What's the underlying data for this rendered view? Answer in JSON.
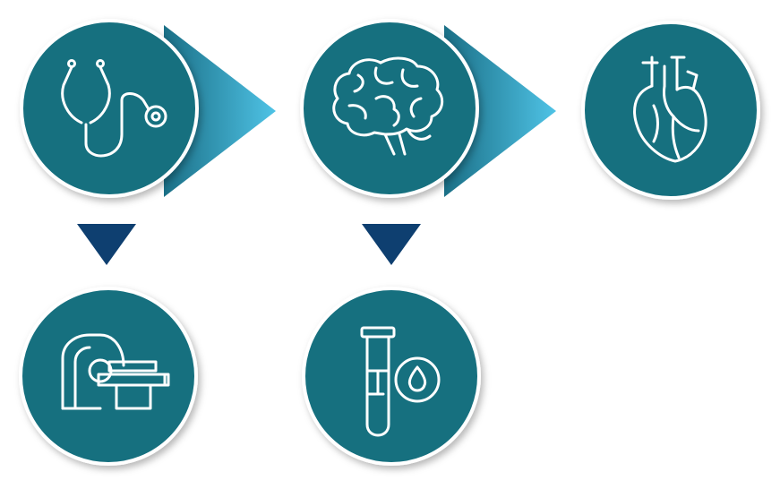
{
  "colors": {
    "circle_fill": "#15707f",
    "circle_border": "#ffffff",
    "icon_stroke": "#ffffff",
    "arrow_right_light": "#4fc3e6",
    "arrow_right_dark": "#1a6f86",
    "arrow_down": "#0e3f70",
    "background": "#ffffff"
  },
  "nodes": [
    {
      "id": "stethoscope",
      "icon": "stethoscope-icon"
    },
    {
      "id": "brain",
      "icon": "brain-icon"
    },
    {
      "id": "heart",
      "icon": "heart-icon"
    },
    {
      "id": "mri-scanner",
      "icon": "mri-scanner-icon"
    },
    {
      "id": "blood-test-tube",
      "icon": "test-tube-icon"
    }
  ],
  "connectors": [
    {
      "from": "stethoscope",
      "to": "brain",
      "direction": "right"
    },
    {
      "from": "brain",
      "to": "heart",
      "direction": "right"
    },
    {
      "from": "stethoscope",
      "to": "mri-scanner",
      "direction": "down"
    },
    {
      "from": "brain",
      "to": "blood-test-tube",
      "direction": "down"
    }
  ]
}
